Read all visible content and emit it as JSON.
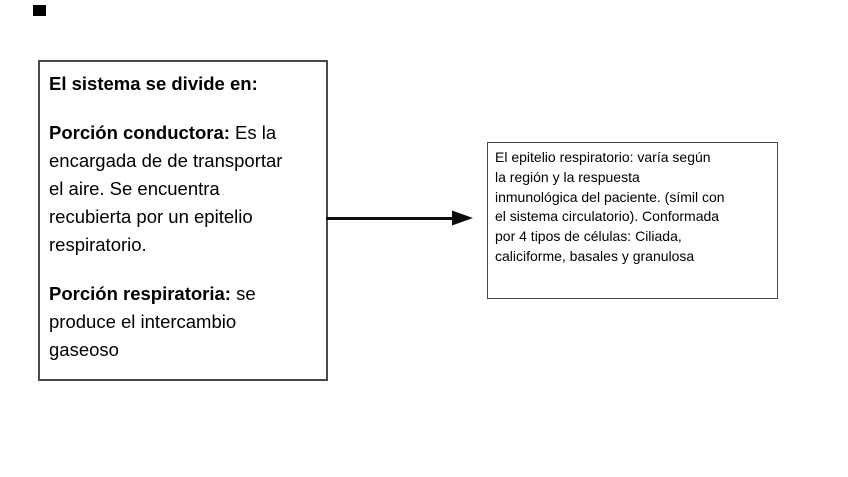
{
  "left_box": {
    "title": "El sistema se divide en:",
    "paragraphs": [
      {
        "lead": "Porción conductora:",
        "body": " Es la\nencargada de de transportar\nel aire. Se encuentra\nrecubierta por un epitelio\nrespiratorio."
      },
      {
        "lead": "Porción respiratoria:",
        "body": " se\nproduce el intercambio\ngaseoso"
      }
    ]
  },
  "right_box": {
    "text": "El epitelio respiratorio: varía según\nla región y la respuesta\ninmunológica del paciente. (símil con\nel sistema circulatorio). Conformada\npor 4 tipos de células: Ciliada,\ncaliciforme, basales y granulosa"
  },
  "arrow": {
    "direction": "right"
  },
  "artifacts": {
    "cursor_mark": "small-black-rectangle-top-left"
  },
  "colors": {
    "background": "#ffffff",
    "text": "#000000",
    "box_border": "#4a4a4a",
    "arrow": "#0d0d0d"
  }
}
